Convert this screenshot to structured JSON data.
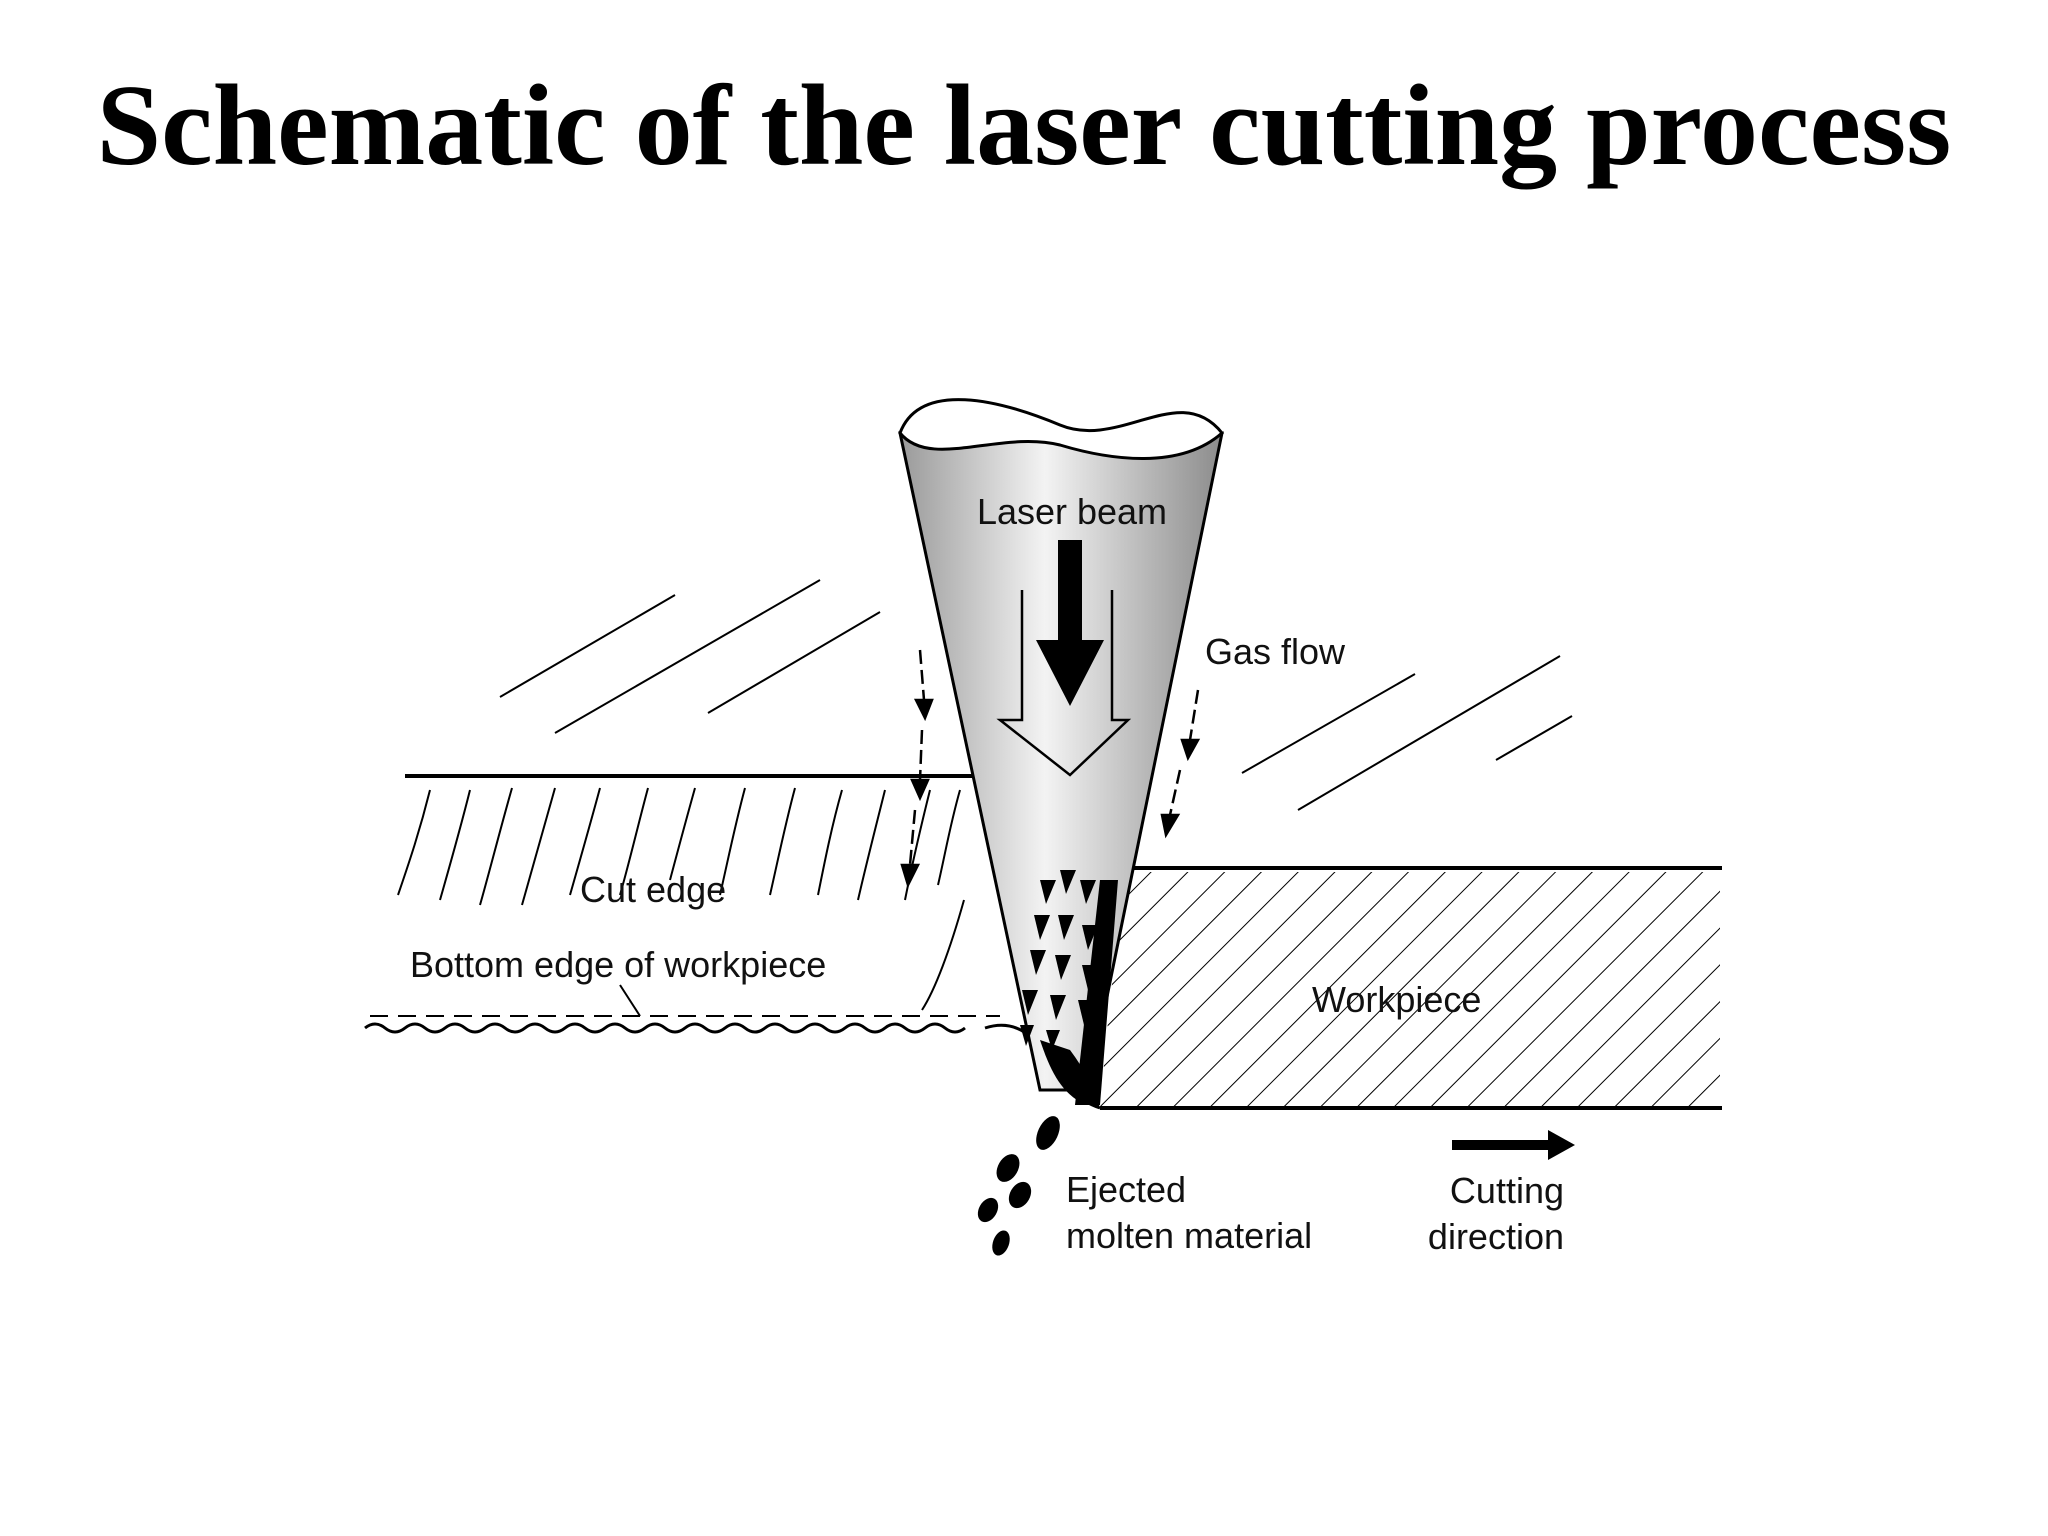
{
  "title": "Schematic of the laser cutting process",
  "labels": {
    "laser_beam": "Laser beam",
    "gas_flow": "Gas flow",
    "cut_edge": "Cut edge",
    "bottom_edge": "Bottom edge of workpiece",
    "workpiece": "Workpiece",
    "ejected_line1": "Ejected",
    "ejected_line2": "molten material",
    "cutting_line1": "Cutting",
    "cutting_line2": "direction"
  },
  "colors": {
    "ink": "#000000",
    "beam_light": "#f2f2f2",
    "beam_dark": "#8c8c8c"
  }
}
